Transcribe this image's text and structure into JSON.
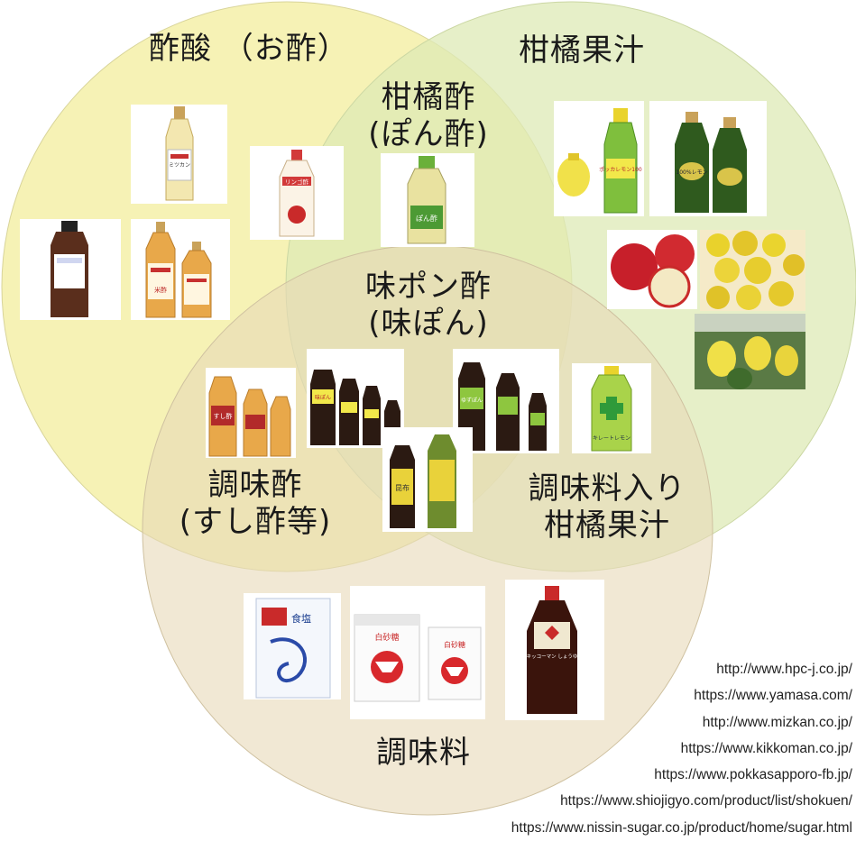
{
  "sets": {
    "vinegar": {
      "label": "酢酸 （お酢）",
      "color": "#f3ee9c"
    },
    "citrus": {
      "label": "柑橘果汁",
      "color": "#dde9b6"
    },
    "seasoning": {
      "label": "調味料",
      "color": "#e8d9b8"
    }
  },
  "intersections": {
    "vinegar_citrus": {
      "line1": "柑橘酢",
      "line2": "(ぽん酢)"
    },
    "all_three": {
      "line1": "味ポン酢",
      "line2": "(味ぽん)"
    },
    "vinegar_seasoning": {
      "line1": "調味酢",
      "line2": "(すし酢等)"
    },
    "citrus_seasoning": {
      "line1": "調味料入り",
      "line2": "柑橘果汁"
    }
  },
  "products": {
    "mizkan_vinegar": "ミツカン",
    "ringo_vinegar": "リンゴ酢",
    "ponzu": "ぽん酢",
    "pokka_lemon": "ポッカレモン100",
    "lemon_100": "100%レモン",
    "ajipon": "味ぽん",
    "yuzu_pon": "ゆずぽん",
    "konbu_pon": "昆布",
    "kireto_lemon": "キレートレモン",
    "salt": "食塩",
    "sugar": "白砂糖",
    "soy_sauce": "キッコーマン しょうゆ",
    "rice_vinegar": "米酢",
    "sushi_vinegar": "すし酢"
  },
  "credits": [
    "http://www.hpc-j.co.jp/",
    "https://www.yamasa.com/",
    "http://www.mizkan.co.jp/",
    "https://www.kikkoman.co.jp/",
    "https://www.pokkasapporo-fb.jp/",
    "https://www.shiojigyo.com/product/list/shokuen/",
    "https://www.nissin-sugar.co.jp/product/home/sugar.html"
  ]
}
